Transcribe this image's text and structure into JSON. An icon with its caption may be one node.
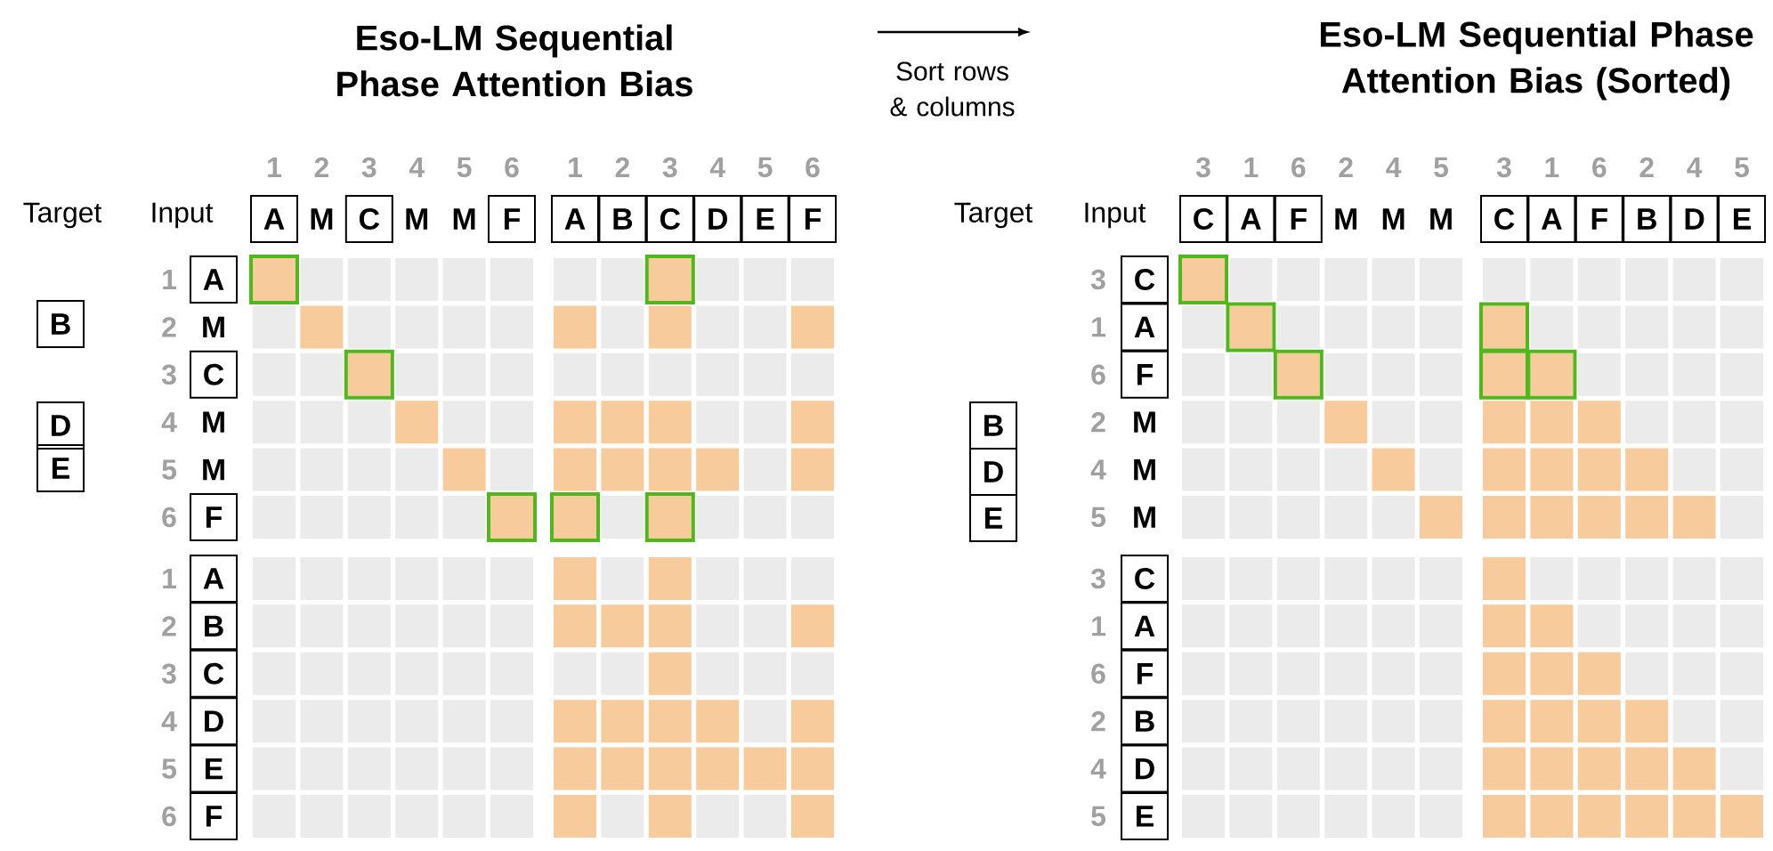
{
  "diagram": {
    "nodes": [
      {
        "text": [
          "A"
        ]
      },
      {
        "text": [
          "C"
        ]
      },
      {
        "text": [
          "F"
        ]
      },
      {
        "text": [
          "A"
        ]
      },
      {
        "text": [
          "B"
        ]
      },
      {
        "text": [
          "C"
        ]
      },
      {
        "text": [
          "D"
        ]
      },
      {
        "text": [
          "E"
        ]
      },
      {
        "text": [
          "F"
        ]
      },
      {
        "text": [
          "B"
        ]
      },
      {
        "text": [
          "D"
        ]
      },
      {
        "text": [
          "E"
        ]
      },
      {
        "text": [
          "A"
        ]
      },
      {
        "text": [
          "C"
        ]
      },
      {
        "text": [
          "F"
        ]
      },
      {
        "text": [
          "A"
        ]
      },
      {
        "text": [
          "B"
        ]
      },
      {
        "text": [
          "C"
        ]
      },
      {
        "text": [
          "D"
        ]
      },
      {
        "text": [
          "E"
        ]
      },
      {
        "text": [
          "F"
        ]
      },
      {
        "text": [
          "C"
        ]
      },
      {
        "text": [
          "A"
        ]
      },
      {
        "text": [
          "F"
        ]
      },
      {
        "text": [
          "C"
        ]
      },
      {
        "text": [
          "A"
        ]
      },
      {
        "text": [
          "F"
        ]
      },
      {
        "text": [
          "B"
        ]
      },
      {
        "text": [
          "D"
        ]
      },
      {
        "text": [
          "E"
        ]
      },
      {
        "text": [
          "B"
        ]
      },
      {
        "text": [
          "D"
        ]
      },
      {
        "text": [
          "E"
        ]
      },
      {
        "text": [
          "C"
        ]
      },
      {
        "text": [
          "A"
        ]
      },
      {
        "text": [
          "F"
        ]
      },
      {
        "text": [
          "C"
        ]
      },
      {
        "text": [
          "A"
        ]
      },
      {
        "text": [
          "F"
        ]
      },
      {
        "text": [
          "B"
        ]
      },
      {
        "text": [
          "D"
        ]
      },
      {
        "text": [
          "E"
        ]
      }
    ],
    "labels": [
      "Eso-LM Sequential Phase Attention Bias",
      "Sort rows & columns",
      "Eso-LM Sequential Phase Attention Bias (Sorted)",
      "Target",
      "Input",
      "1",
      "2",
      "3",
      "4",
      "5",
      "6",
      "1",
      "2",
      "3",
      "4",
      "5",
      "6",
      "M",
      "M",
      "M",
      "1",
      "2",
      "3",
      "4",
      "5",
      "6",
      "M",
      "M",
      "M",
      "1",
      "2",
      "3",
      "4",
      "5",
      "6",
      "Target",
      "Input",
      "3",
      "1",
      "6",
      "2",
      "4",
      "5",
      "3",
      "1",
      "6",
      "2",
      "4",
      "5",
      "M",
      "M",
      "M",
      "3",
      "1",
      "6",
      "2",
      "4",
      "5",
      "M",
      "M",
      "M",
      "3",
      "1",
      "6",
      "2",
      "4",
      "5"
    ]
  }
}
